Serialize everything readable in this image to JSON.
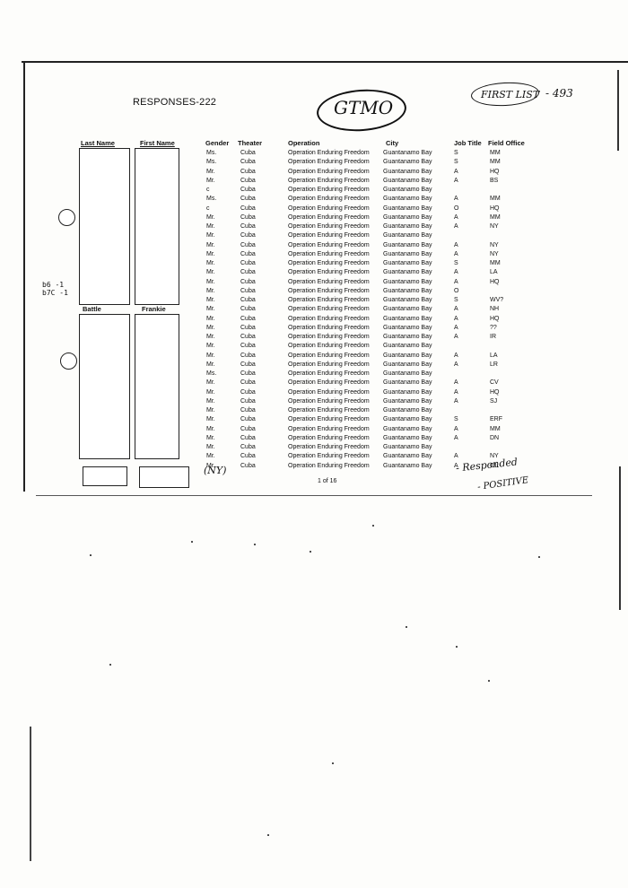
{
  "title": "RESPONSES-222",
  "handwriting": {
    "gtmo": "GTMO",
    "first_list": "FIRST LIST",
    "number": "- 493",
    "ny": "(NY)",
    "responded": "- Responded",
    "positive": "- POSITIVE"
  },
  "headers": {
    "last_name": "Last Name",
    "first_name": "First Name",
    "gender": "Gender",
    "theater": "Theater",
    "operation": "Operation",
    "city": "City",
    "job_title": "Job Title",
    "field_office": "Field Office"
  },
  "second_block": {
    "last_name": "Battle",
    "first_name": "Frankie"
  },
  "exemption_codes": [
    "b6 -1",
    "b7C -1"
  ],
  "rows": [
    {
      "gender": "Ms.",
      "theater": "Cuba",
      "operation": "Operation Enduring Freedom",
      "city": "Guantanamo Bay",
      "job": "S",
      "office": "MM"
    },
    {
      "gender": "Ms.",
      "theater": "Cuba",
      "operation": "Operation Enduring Freedom",
      "city": "Guantanamo Bay",
      "job": "S",
      "office": "MM"
    },
    {
      "gender": "Mr.",
      "theater": "Cuba",
      "operation": "Operation Enduring Freedom",
      "city": "Guantanamo Bay",
      "job": "A",
      "office": "HQ"
    },
    {
      "gender": "Mr.",
      "theater": "Cuba",
      "operation": "Operation Enduring Freedom",
      "city": "Guantanamo Bay",
      "job": "A",
      "office": "BS"
    },
    {
      "gender": "c",
      "theater": "Cuba",
      "operation": "Operation Enduring Freedom",
      "city": "Guantanamo Bay",
      "job": "",
      "office": ""
    },
    {
      "gender": "Ms.",
      "theater": "Cuba",
      "operation": "Operation Enduring Freedom",
      "city": "Guantanamo Bay",
      "job": "A",
      "office": "MM"
    },
    {
      "gender": "c",
      "theater": "Cuba",
      "operation": "Operation Enduring Freedom",
      "city": "Guantanamo Bay",
      "job": "O",
      "office": "HQ"
    },
    {
      "gender": "Mr.",
      "theater": "Cuba",
      "operation": "Operation Enduring Freedom",
      "city": "Guantanamo Bay",
      "job": "A",
      "office": "MM"
    },
    {
      "gender": "Mr.",
      "theater": "Cuba",
      "operation": "Operation Enduring Freedom",
      "city": "Guantanamo Bay",
      "job": "A",
      "office": "NY"
    },
    {
      "gender": "Mr.",
      "theater": "Cuba",
      "operation": "Operation Enduring Freedom",
      "city": "Guantanamo Bay",
      "job": "",
      "office": ""
    },
    {
      "gender": "Mr.",
      "theater": "Cuba",
      "operation": "Operation Enduring Freedom",
      "city": "Guantanamo Bay",
      "job": "A",
      "office": "NY"
    },
    {
      "gender": "Mr.",
      "theater": "Cuba",
      "operation": "Operation Enduring Freedom",
      "city": "Guantanamo Bay",
      "job": "A",
      "office": "NY"
    },
    {
      "gender": "Mr.",
      "theater": "Cuba",
      "operation": "Operation Enduring Freedom",
      "city": "Guantanamo Bay",
      "job": "S",
      "office": "MM"
    },
    {
      "gender": "Mr.",
      "theater": "Cuba",
      "operation": "Operation Enduring Freedom",
      "city": "Guantanamo Bay",
      "job": "A",
      "office": "LA"
    },
    {
      "gender": "Mr.",
      "theater": "Cuba",
      "operation": "Operation Enduring Freedom",
      "city": "Guantanamo Bay",
      "job": "A",
      "office": "HQ"
    },
    {
      "gender": "Mr.",
      "theater": "Cuba",
      "operation": "Operation Enduring Freedom",
      "city": "Guantanamo Bay",
      "job": "O",
      "office": ""
    },
    {
      "gender": "Mr.",
      "theater": "Cuba",
      "operation": "Operation Enduring Freedom",
      "city": "Guantanamo Bay",
      "job": "S",
      "office": "WV?"
    },
    {
      "gender": "Mr.",
      "theater": "Cuba",
      "operation": "Operation Enduring Freedom",
      "city": "Guantanamo Bay",
      "job": "A",
      "office": "NH"
    },
    {
      "gender": "Mr.",
      "theater": "Cuba",
      "operation": "Operation Enduring Freedom",
      "city": "Guantanamo Bay",
      "job": "A",
      "office": "HQ"
    },
    {
      "gender": "Mr.",
      "theater": "Cuba",
      "operation": "Operation Enduring Freedom",
      "city": "Guantanamo Bay",
      "job": "A",
      "office": "??"
    },
    {
      "gender": "Mr.",
      "theater": "Cuba",
      "operation": "Operation Enduring Freedom",
      "city": "Guantanamo Bay",
      "job": "A",
      "office": "IR"
    },
    {
      "gender": "Mr.",
      "theater": "Cuba",
      "operation": "Operation Enduring Freedom",
      "city": "Guantanamo Bay",
      "job": "",
      "office": ""
    },
    {
      "gender": "Mr.",
      "theater": "Cuba",
      "operation": "Operation Enduring Freedom",
      "city": "Guantanamo Bay",
      "job": "A",
      "office": "LA"
    },
    {
      "gender": "Mr.",
      "theater": "Cuba",
      "operation": "Operation Enduring Freedom",
      "city": "Guantanamo Bay",
      "job": "A",
      "office": "LR"
    },
    {
      "gender": "Ms.",
      "theater": "Cuba",
      "operation": "Operation Enduring Freedom",
      "city": "Guantanamo Bay",
      "job": "",
      "office": ""
    },
    {
      "gender": "Mr.",
      "theater": "Cuba",
      "operation": "Operation Enduring Freedom",
      "city": "Guantanamo Bay",
      "job": "A",
      "office": "CV"
    },
    {
      "gender": "Mr.",
      "theater": "Cuba",
      "operation": "Operation Enduring Freedom",
      "city": "Guantanamo Bay",
      "job": "A",
      "office": "HQ"
    },
    {
      "gender": "Mr.",
      "theater": "Cuba",
      "operation": "Operation Enduring Freedom",
      "city": "Guantanamo Bay",
      "job": "A",
      "office": "SJ"
    },
    {
      "gender": "Mr.",
      "theater": "Cuba",
      "operation": "Operation Enduring Freedom",
      "city": "Guantanamo Bay",
      "job": "",
      "office": ""
    },
    {
      "gender": "Mr.",
      "theater": "Cuba",
      "operation": "Operation Enduring Freedom",
      "city": "Guantanamo Bay",
      "job": "S",
      "office": "ERF"
    },
    {
      "gender": "Mr.",
      "theater": "Cuba",
      "operation": "Operation Enduring Freedom",
      "city": "Guantanamo Bay",
      "job": "A",
      "office": "MM"
    },
    {
      "gender": "Mr.",
      "theater": "Cuba",
      "operation": "Operation Enduring Freedom",
      "city": "Guantanamo Bay",
      "job": "A",
      "office": "DN"
    },
    {
      "gender": "Mr.",
      "theater": "Cuba",
      "operation": "Operation Enduring Freedom",
      "city": "Guantanamo Bay",
      "job": "",
      "office": ""
    },
    {
      "gender": "Mr.",
      "theater": "Cuba",
      "operation": "Operation Enduring Freedom",
      "city": "Guantanamo Bay",
      "job": "A",
      "office": "NY"
    },
    {
      "gender": "Mr.",
      "theater": "Cuba",
      "operation": "Operation Enduring Freedom",
      "city": "Guantanamo Bay",
      "job": "A",
      "office": "OL"
    }
  ],
  "footer": {
    "page": "1 of 16"
  }
}
